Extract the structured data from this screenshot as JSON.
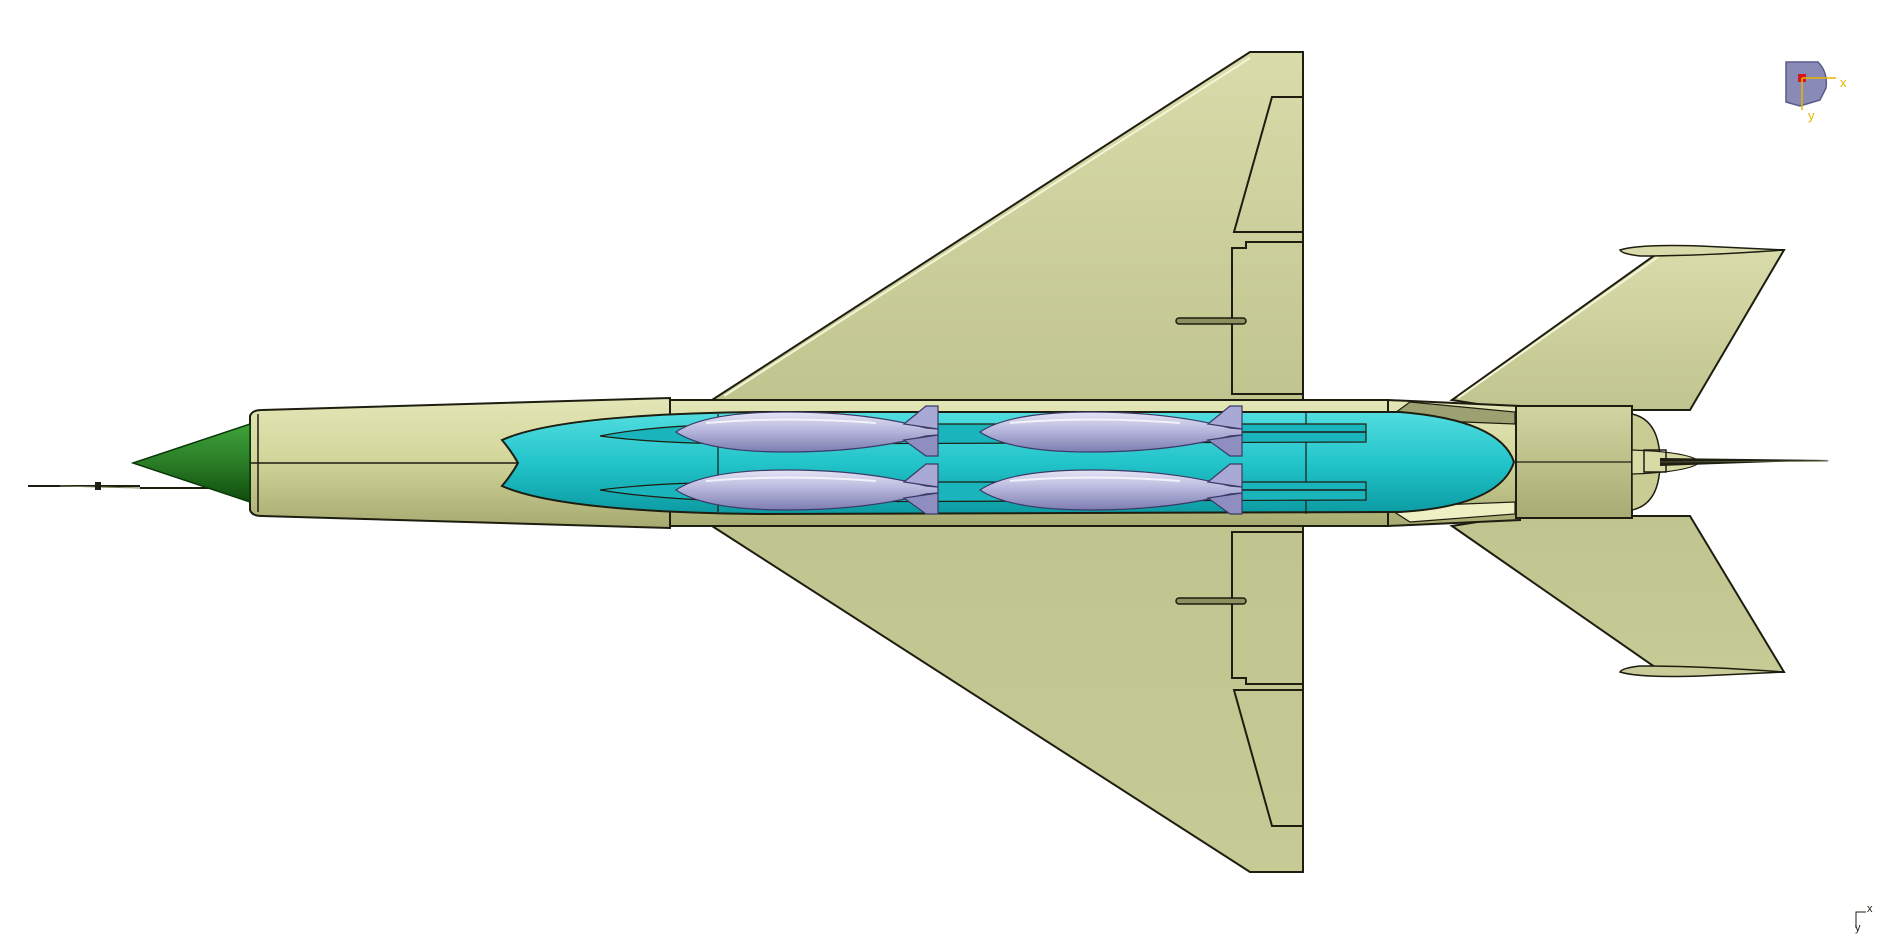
{
  "viewport": {
    "background": "#ffffff"
  },
  "model": {
    "colors": {
      "body": "#d8db9e",
      "body_dark": "#b7ba7c",
      "wing": "#c3c791",
      "wing_light": "#d6d9a8",
      "outline": "#1d1d10",
      "nose_cone": "#2e8a2a",
      "nose_cone_dark": "#145a13",
      "bay": "#28c9cf",
      "bay_dark": "#0f9ea6",
      "bomb": "#b9b9df",
      "bomb_dark": "#8484b8",
      "exhaust": "#c9cc93"
    },
    "parts": [
      "fuselage",
      "nose-cone",
      "pitot-probe",
      "left-wing",
      "right-wing",
      "left-stabilizer",
      "right-stabilizer",
      "weapons-bay",
      "bomb",
      "engine-nozzle"
    ],
    "bombs": [
      {
        "id": "bomb-upper-forward"
      },
      {
        "id": "bomb-upper-aft"
      },
      {
        "id": "bomb-lower-forward"
      },
      {
        "id": "bomb-lower-aft"
      }
    ]
  },
  "compass": {
    "x_label": "x",
    "y_label": "y",
    "colors": {
      "cube": "#8a8ab6",
      "cube_dark": "#5a5a8e",
      "marker": "#d21818",
      "axis_x": "#e8b400",
      "axis_y": "#e8b400"
    }
  },
  "corner_axis": {
    "x_label": "x",
    "y_label": "y"
  }
}
